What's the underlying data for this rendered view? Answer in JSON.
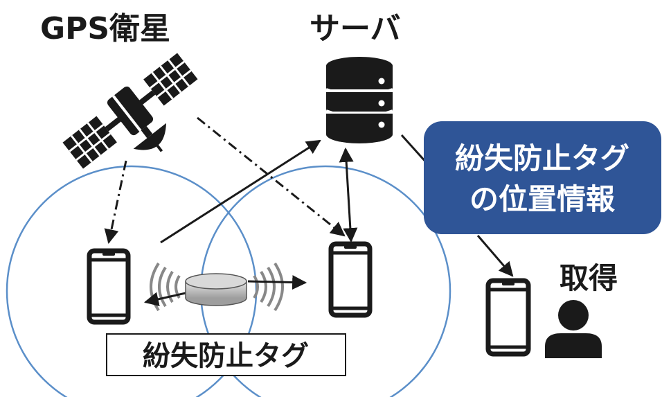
{
  "labels": {
    "gps_satellite": "GPS衛星",
    "server": "サーバ",
    "info_box_line1": "紛失防止タグ",
    "info_box_line2": "の位置情報",
    "acquire": "取得",
    "tag_label": "紛失防止タグ"
  },
  "colors": {
    "circle_stroke": "#5b8fc9",
    "info_box_fill": "#2f5597",
    "info_box_text": "#ffffff",
    "ink": "#1a1a1a",
    "tag_body": "#bdbdbd"
  },
  "icons": [
    "satellite-icon",
    "server-icon",
    "smartphone-icon",
    "tag-device-icon",
    "radio-waves-icon",
    "person-icon"
  ]
}
